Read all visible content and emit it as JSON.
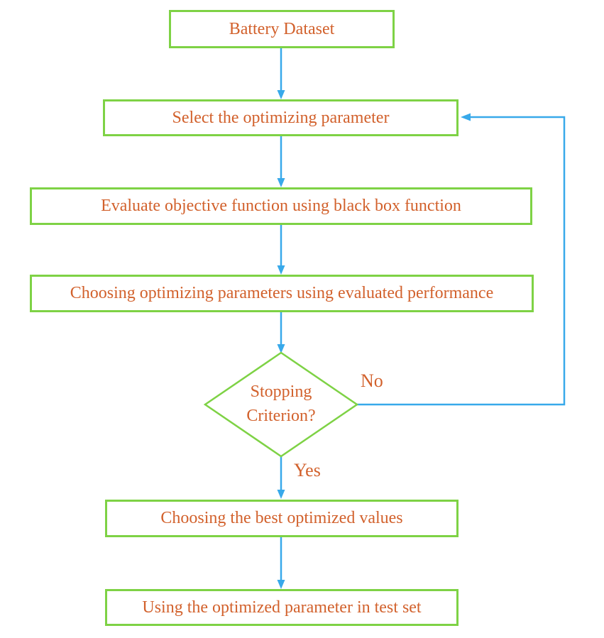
{
  "diagram": {
    "type": "flowchart",
    "nodes": [
      {
        "id": "battery-dataset",
        "shape": "rectangle",
        "label": "Battery Dataset"
      },
      {
        "id": "select-parameter",
        "shape": "rectangle",
        "label": "Select the optimizing parameter"
      },
      {
        "id": "evaluate-objective",
        "shape": "rectangle",
        "label": "Evaluate objective function using black box function"
      },
      {
        "id": "choose-parameters",
        "shape": "rectangle",
        "label": "Choosing optimizing parameters using evaluated performance"
      },
      {
        "id": "stopping-criterion",
        "shape": "diamond",
        "label": "Stopping\nCriterion?"
      },
      {
        "id": "choose-best",
        "shape": "rectangle",
        "label": "Choosing the best optimized values"
      },
      {
        "id": "use-test-set",
        "shape": "rectangle",
        "label": "Using the optimized parameter in test set"
      }
    ],
    "edge_labels": {
      "no": "No",
      "yes": "Yes"
    },
    "edges": [
      {
        "from": "battery-dataset",
        "to": "select-parameter",
        "label": ""
      },
      {
        "from": "select-parameter",
        "to": "evaluate-objective",
        "label": ""
      },
      {
        "from": "evaluate-objective",
        "to": "choose-parameters",
        "label": ""
      },
      {
        "from": "choose-parameters",
        "to": "stopping-criterion",
        "label": ""
      },
      {
        "from": "stopping-criterion",
        "to": "select-parameter",
        "label": "No"
      },
      {
        "from": "stopping-criterion",
        "to": "choose-best",
        "label": "Yes"
      },
      {
        "from": "choose-best",
        "to": "use-test-set",
        "label": ""
      }
    ],
    "colors": {
      "box_border": "#7ed245",
      "text": "#d2612c",
      "arrow": "#38a9ea",
      "background": "#ffffff"
    }
  }
}
